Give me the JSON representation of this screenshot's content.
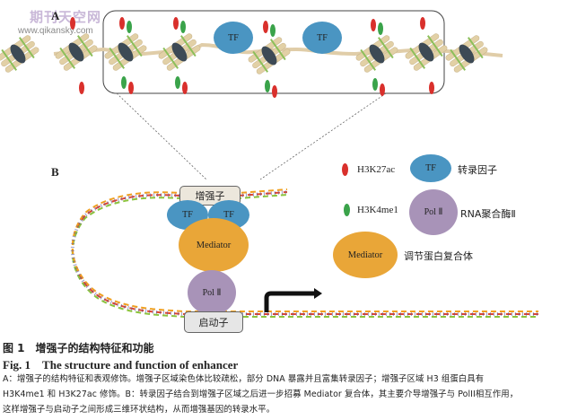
{
  "watermark": {
    "title": "期刊天空网",
    "url": "www.qikansky.com"
  },
  "panel_a": {
    "label": "A",
    "tf_labels": [
      "TF",
      "TF"
    ]
  },
  "panel_b": {
    "label": "B",
    "enhancer_label": "增强子",
    "promoter_label": "启动子",
    "tf_labels": [
      "TF",
      "TF"
    ],
    "mediator_label": "Mediator",
    "pol_label": "Pol Ⅱ"
  },
  "legend": {
    "items": [
      {
        "symbol": "red-oval",
        "label": "H3K27ac",
        "color": "#d9302c"
      },
      {
        "symbol": "green-oval",
        "label": "H3K4me1",
        "color": "#3aa34a"
      },
      {
        "symbol": "tf-ellipse",
        "abbr": "TF",
        "label": "转录因子",
        "color": "#4a95c2"
      },
      {
        "symbol": "pol-circle",
        "abbr": "Pol Ⅱ",
        "label": "RNA聚合酶Ⅱ",
        "color": "#a893b8"
      },
      {
        "symbol": "mediator-ellipse",
        "abbr": "Mediator",
        "label": "调节蛋白复合体",
        "color": "#e9a638"
      }
    ]
  },
  "caption": {
    "title_cn": "图 1　增强子的结构特征和功能",
    "title_en": "Fig. 1　The structure and function of enhancer",
    "body_lines": [
      "A：增强子的结构特征和表观修饰。增强子区域染色体比较疏松，部分 DNA 暴露并且富集转录因子；增强子区域 H3 组蛋白具有",
      "H3K4me1 和 H3K27ac 修饰。B：转录因子结合到增强子区域之后进一步招募 Mediator 复合体，其主要介导增强子与 PolII相互作用，",
      "这样增强子与启动子之间形成三维环状结构，从而增强基因的转录水平。"
    ]
  }
}
